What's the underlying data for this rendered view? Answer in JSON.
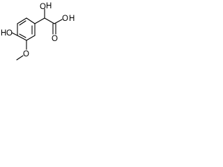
{
  "molecule": {
    "atom_labels": {
      "alpha_hydroxyl_o": "O",
      "alpha_hydroxyl_h": "H",
      "acid_carbonyl_o": "O",
      "acid_hydroxyl_o": "O",
      "acid_hydroxyl_h": "H",
      "phenol_h": "H",
      "phenol_o": "O",
      "methoxy_o": "O"
    },
    "colors": {
      "bond": "#000000",
      "label": "#000000",
      "background": "#ffffff"
    }
  }
}
